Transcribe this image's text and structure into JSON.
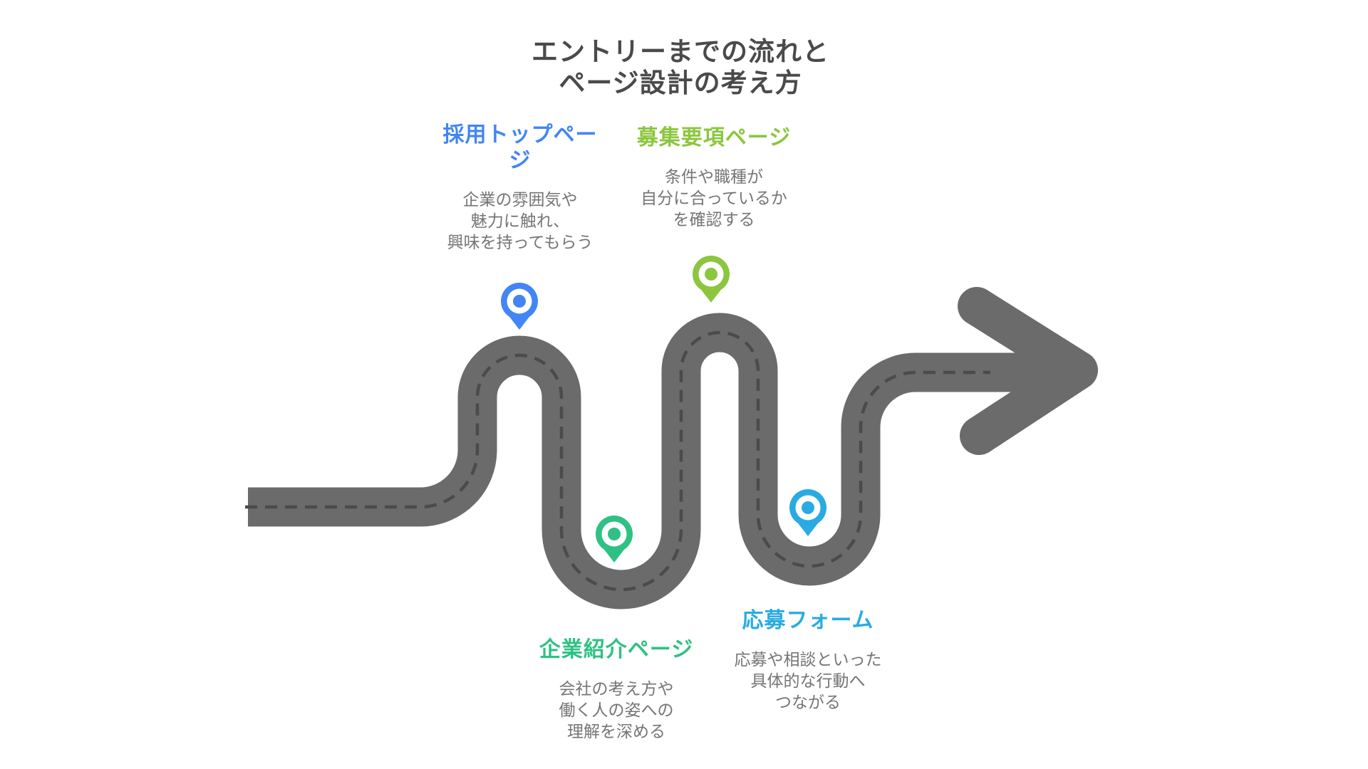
{
  "title": {
    "text": "エントリーまでの流れと\nページ設計の考え方"
  },
  "road": {
    "color": "#6b6b6b",
    "dash_color": "#4b4b4b"
  },
  "steps": [
    {
      "label": "採用トップページ",
      "description": "企業の雰囲気や\n魅力に触れ、\n興味を持ってもらう",
      "color": "#4285f4",
      "marker": "map-pin"
    },
    {
      "label": "募集要項ページ",
      "description": "条件や職種が\n自分に合っているか\nを確認する",
      "color": "#8cc63f",
      "marker": "map-pin"
    },
    {
      "label": "企業紹介ページ",
      "description": "会社の考え方や\n働く人の姿への\n理解を深める",
      "color": "#2fc184",
      "marker": "map-pin"
    },
    {
      "label": "応募フォーム",
      "description": "応募や相談といった\n具体的な行動へ\nつながる",
      "color": "#29abe2",
      "marker": "map-pin"
    }
  ]
}
